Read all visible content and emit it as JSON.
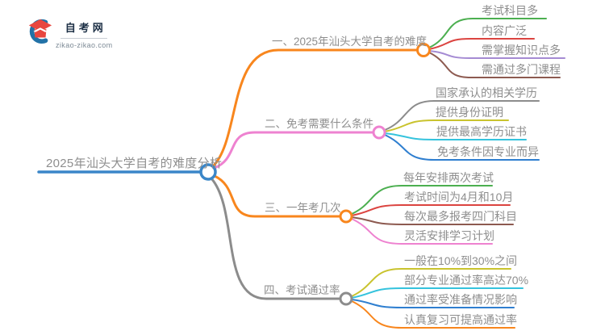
{
  "logo": {
    "site_name": "自考网",
    "site_url": "zikao-zikao.com",
    "colors": {
      "cap_red": "#e8463f",
      "crescent_blue": "#2272a7",
      "name_navy": "#1c2f45",
      "url_gray": "#7d8a96"
    }
  },
  "mindmap": {
    "text_color": "#8e8e8e",
    "root": {
      "label": "2025年汕头大学自考的难度分析",
      "color": "#3a86c8"
    },
    "branches": [
      {
        "label": "一、2025年汕头大学自考的难度",
        "color": "#f8861d",
        "children": [
          {
            "label": "考试科目多",
            "color": "#4caf50"
          },
          {
            "label": "内容广泛",
            "color": "#db4440"
          },
          {
            "label": "需掌握知识点多",
            "color": "#a58bd3"
          },
          {
            "label": "需通过多门课程",
            "color": "#8d5a50"
          }
        ]
      },
      {
        "label": "二、免考需要什么条件",
        "color": "#ee82d0",
        "children": [
          {
            "label": "国家承认的相关学历",
            "color": "#8c8c8c"
          },
          {
            "label": "提供身份证明",
            "color": "#c9c32e"
          },
          {
            "label": "提供最高学历证书",
            "color": "#35c3dd"
          },
          {
            "label": "免考条件因专业而异",
            "color": "#2f7fd0"
          }
        ]
      },
      {
        "label": "三、一年考几次",
        "color": "#f8861d",
        "children": [
          {
            "label": "每年安排两次考试",
            "color": "#4caf50"
          },
          {
            "label": "考试时间为4月和10月",
            "color": "#db4440"
          },
          {
            "label": "每次最多报考四门科目",
            "color": "#8d5a50"
          },
          {
            "label": "灵活安排学习计划",
            "color": "#ee82d0"
          }
        ]
      },
      {
        "label": "四、考试通过率",
        "color": "#8c8c8c",
        "children": [
          {
            "label": "一般在10%到30%之间",
            "color": "#c9c32e"
          },
          {
            "label": "部分专业通过率高达70%",
            "color": "#35c3dd"
          },
          {
            "label": "通过率受准备情况影响",
            "color": "#2f7fd0"
          },
          {
            "label": "认真复习可提高通过率",
            "color": "#f8861d"
          }
        ]
      }
    ]
  }
}
